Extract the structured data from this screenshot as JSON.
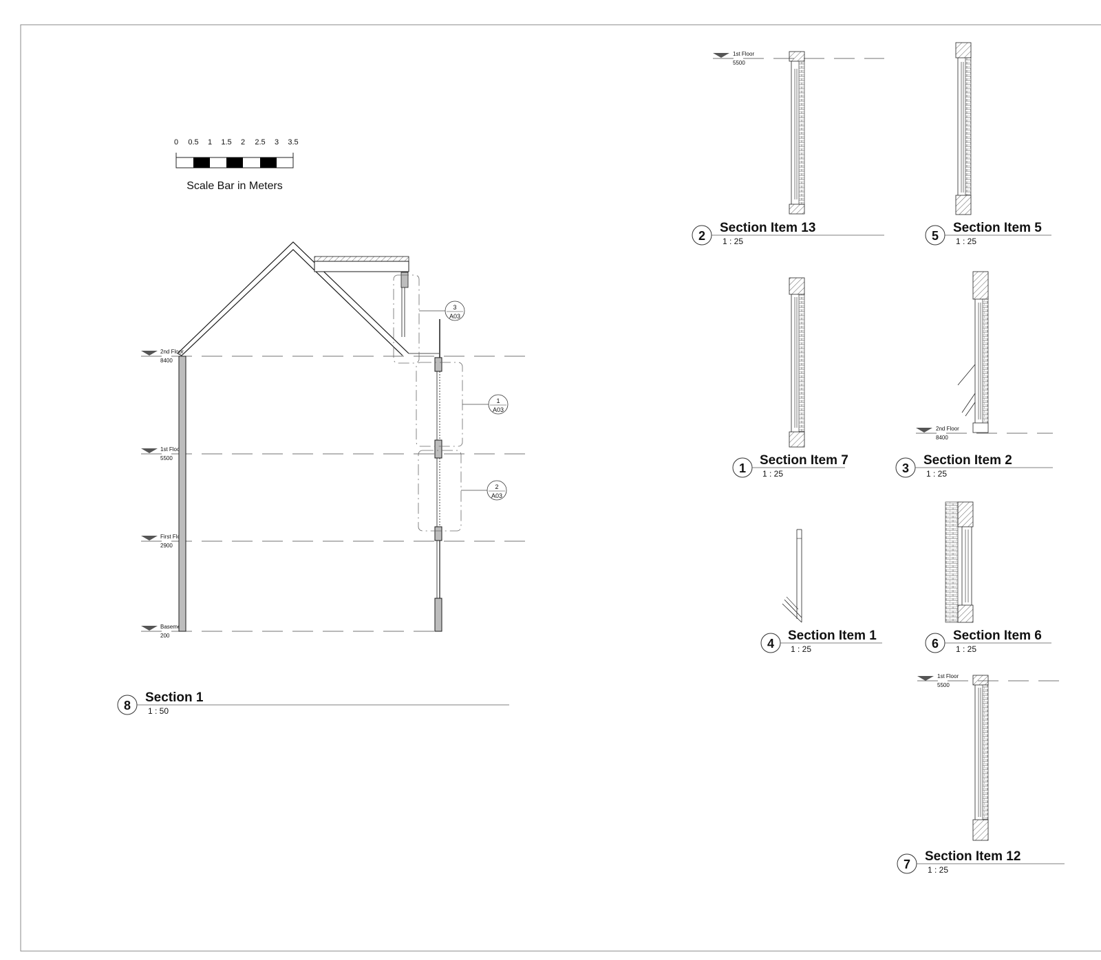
{
  "scale_bar": {
    "caption": "Scale Bar in Meters",
    "ticks": [
      "0",
      "0.5",
      "1",
      "1.5",
      "2",
      "2.5",
      "3",
      "3.5"
    ]
  },
  "levels": {
    "second_floor": {
      "name": "2nd Floor",
      "elev": "8400"
    },
    "first_floor_1st": {
      "name": "1st Floor",
      "elev": "5500"
    },
    "first_floor": {
      "name": "First Floor",
      "elev": "2900"
    },
    "basement": {
      "name": "Basement",
      "elev": "200"
    }
  },
  "callout_tags": {
    "tag3": {
      "num": "3",
      "sheet": "A03"
    },
    "tag1": {
      "num": "1",
      "sheet": "A03"
    },
    "tag2": {
      "num": "2",
      "sheet": "A03"
    }
  },
  "views": {
    "main": {
      "num": "8",
      "title": "Section 1",
      "scale": "1 : 50"
    },
    "item13": {
      "num": "2",
      "title": "Section Item 13",
      "scale": "1 : 25"
    },
    "item5": {
      "num": "5",
      "title": "Section Item 5",
      "scale": "1 : 25"
    },
    "item7": {
      "num": "1",
      "title": "Section Item 7",
      "scale": "1 : 25"
    },
    "item2": {
      "num": "3",
      "title": "Section Item 2",
      "scale": "1 : 25"
    },
    "item1": {
      "num": "4",
      "title": "Section Item 1",
      "scale": "1 : 25"
    },
    "item6": {
      "num": "6",
      "title": "Section Item 6",
      "scale": "1 : 25"
    },
    "item12": {
      "num": "7",
      "title": "Section Item 12",
      "scale": "1 : 25"
    }
  },
  "colors": {
    "line": "#1a1a1a",
    "fill_gray": "#bdbdbd",
    "frame": "#888888"
  }
}
